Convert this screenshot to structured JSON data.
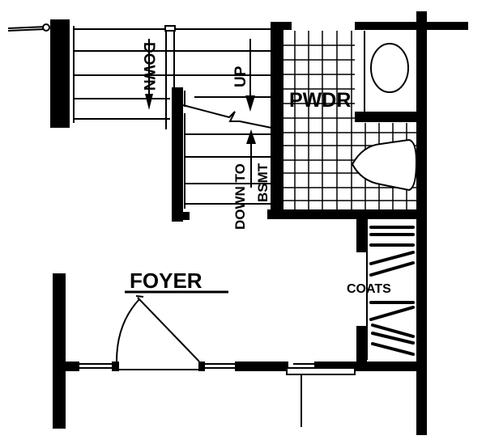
{
  "plan": {
    "colors": {
      "ink": "#000000",
      "paper": "#ffffff"
    },
    "rooms": {
      "foyer": {
        "label": "FOYER"
      },
      "powder": {
        "label": "PWDR"
      },
      "coats": {
        "label": "COATS"
      }
    },
    "stairs": {
      "upper_flight": {
        "label": "DOWN",
        "arrow": "down"
      },
      "main_flight": {
        "label": "UP",
        "arrow": "down"
      },
      "basement_flight": {
        "label_line1": "DOWN TO",
        "label_line2": "BSMT",
        "arrow": "up"
      }
    },
    "fixtures": [
      "sink",
      "toilet",
      "entry-door",
      "windows",
      "coat-rod"
    ]
  }
}
